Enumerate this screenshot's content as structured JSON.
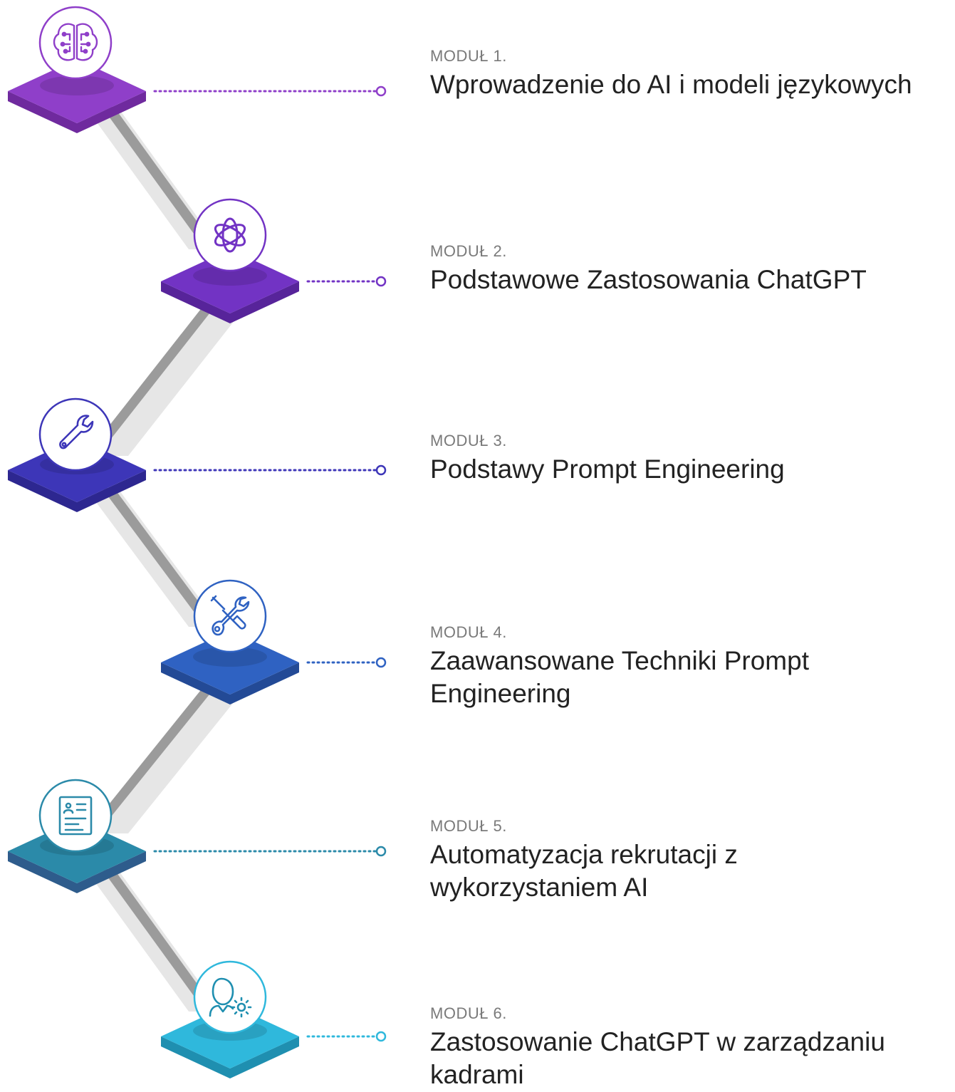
{
  "modules": [
    {
      "label": "MODUŁ 1.",
      "title": "Wprowadzenie do AI i modeli językowych",
      "icon": "brain-icon",
      "color": "#8f3fc9",
      "color_dark": "#6f2a9e"
    },
    {
      "label": "MODUŁ 2.",
      "title": "Podstawowe Zastosowania ChatGPT",
      "icon": "openai-logo-icon",
      "color": "#7233c4",
      "color_dark": "#57249a"
    },
    {
      "label": "MODUŁ 3.",
      "title": "Podstawy Prompt Engineering",
      "icon": "wrench-icon",
      "color": "#3d36b8",
      "color_dark": "#2d2790"
    },
    {
      "label": "MODUŁ 4.",
      "title": "Zaawansowane Techniki Prompt Engineering",
      "icon": "wrench-screwdriver-icon",
      "color": "#2f62c2",
      "color_dark": "#234a96"
    },
    {
      "label": "MODUŁ 5.",
      "title": "Automatyzacja rekrutacji z wykorzystaniem AI",
      "icon": "resume-document-icon",
      "color": "#2b8aa9",
      "color_dark": "#2e5c8c"
    },
    {
      "label": "MODUŁ 6.",
      "title": "Zastosowanie ChatGPT w zarządzaniu kadrami",
      "icon": "user-gear-icon",
      "color": "#2fb8dc",
      "color_dark": "#1f8fb0"
    }
  ]
}
